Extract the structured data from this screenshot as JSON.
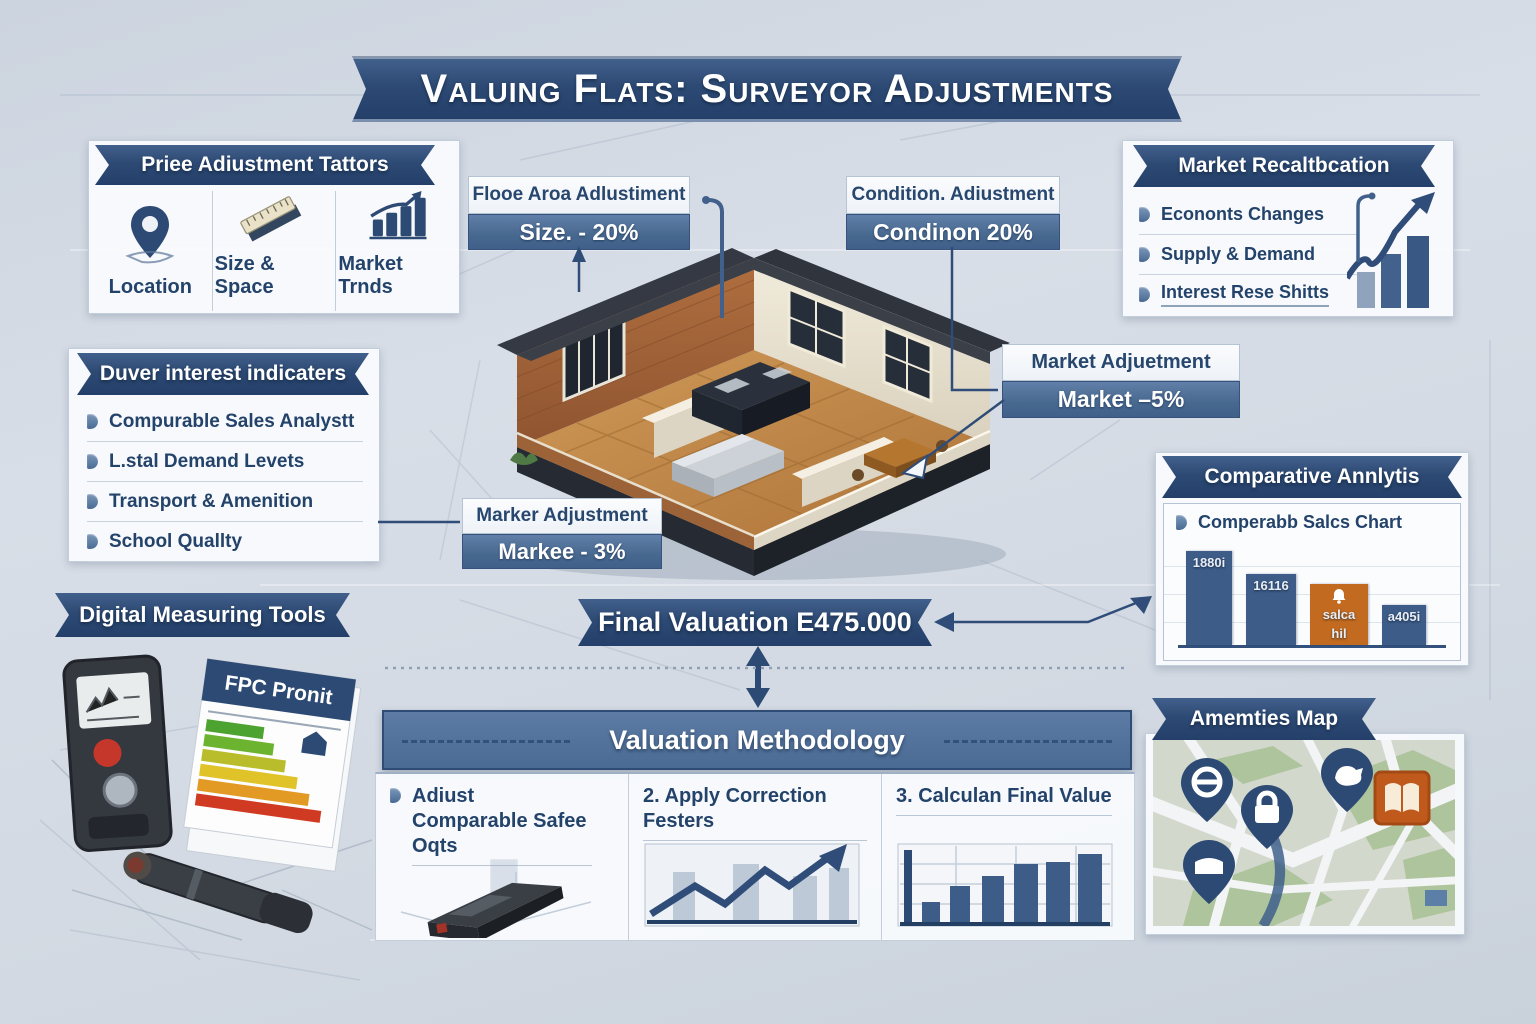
{
  "title": "Valuing Flats: Surveyor Adjustments",
  "colors": {
    "banner_navy": "#2d4a74",
    "bar_blue": "#4e6e9c",
    "accent_orange": "#c26a1f",
    "text_navy": "#24436b"
  },
  "price_factors": {
    "title": "Priee Adiustment Tattors",
    "items": [
      {
        "label": "Location",
        "icon": "location-pin-icon"
      },
      {
        "label": "Size & Space",
        "icon": "ruler-icon"
      },
      {
        "label": "Market Trnds",
        "icon": "bar-chart-icon"
      }
    ]
  },
  "floor_area_adjustment": {
    "title": "Flooe Aroa Adlustiment",
    "value": "Size. - 20%"
  },
  "condition_adjustment": {
    "title": "Condition. Adiustment",
    "value": "Condinon 20%"
  },
  "market_recalculation": {
    "title": "Market Recaltbcation",
    "items": [
      "Econonts Changes",
      "Supply & Demand",
      "Interest Rese Shitts"
    ]
  },
  "buyer_interest": {
    "title": "Duver interest indicaters",
    "items": [
      "Compurable Sales Analystt",
      "L.stal Demand Levets",
      "Transport & Amenition",
      "School Quallty"
    ]
  },
  "market_adjustment_right": {
    "title": "Market Adjuetment",
    "value": "Market –5%"
  },
  "market_adjustment_left": {
    "title": "Marker Adjustment",
    "value": "Markee - 3%"
  },
  "comparative_analysis": {
    "title": "Comparative Annlytis",
    "subtitle": "Comperabb Salcs Chart",
    "chart": {
      "type": "bar",
      "bars": [
        {
          "label": "1880i",
          "label2": "",
          "height_pct": 93,
          "color": "#3d5c88"
        },
        {
          "label": "16116",
          "label2": "",
          "height_pct": 70,
          "color": "#3d5c88"
        },
        {
          "label": "salca",
          "label2": "hil",
          "height_pct": 60,
          "color": "#c26a1f"
        },
        {
          "label": "a405i",
          "label2": "",
          "height_pct": 40,
          "color": "#3d5c88"
        }
      ]
    }
  },
  "digital_tools": {
    "title": "Digital Measuring Tools",
    "epc_label": "FPC Pronit"
  },
  "final_valuation": {
    "title": "Final Valuation E475.000"
  },
  "methodology": {
    "title": "Valuation Methodology",
    "steps": [
      {
        "label": "Adiust Comparable Safee Oqts"
      },
      {
        "label": "2. Apply Correction Festers"
      },
      {
        "label": "3. Calculan Final Value"
      }
    ]
  },
  "amenities_map": {
    "title": "Amemties Map"
  }
}
